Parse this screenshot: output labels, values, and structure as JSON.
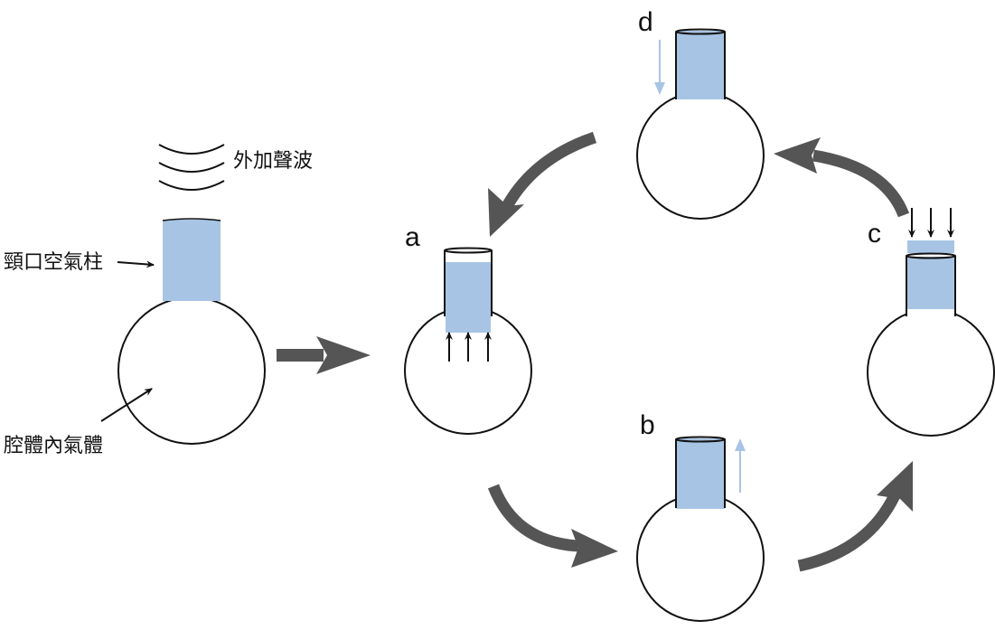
{
  "diagram": {
    "title": "Helmholtz resonator air column oscillation",
    "colors": {
      "air_column": "#a8c4e4",
      "outline": "#111111",
      "flow_arrow": "#555555",
      "motion_arrow_light": "#a8c4e4",
      "pressure_arrow": "#111111"
    },
    "annotations": {
      "sound_wave": "外加聲波",
      "neck_air_column": "頸口空氣柱",
      "cavity_gas": "腔體內氣體"
    },
    "stages": [
      {
        "id": "a",
        "label": "a",
        "description": "air column pushed up by cavity pressure",
        "pressure_arrows": "up"
      },
      {
        "id": "b",
        "label": "b",
        "description": "air column moves up",
        "motion_arrow": "up"
      },
      {
        "id": "c",
        "label": "c",
        "description": "air column pushed down by external pressure",
        "pressure_arrows": "down"
      },
      {
        "id": "d",
        "label": "d",
        "description": "air column moves down",
        "motion_arrow": "down"
      }
    ],
    "cycle_order": [
      "a",
      "b",
      "c",
      "d",
      "a"
    ]
  }
}
